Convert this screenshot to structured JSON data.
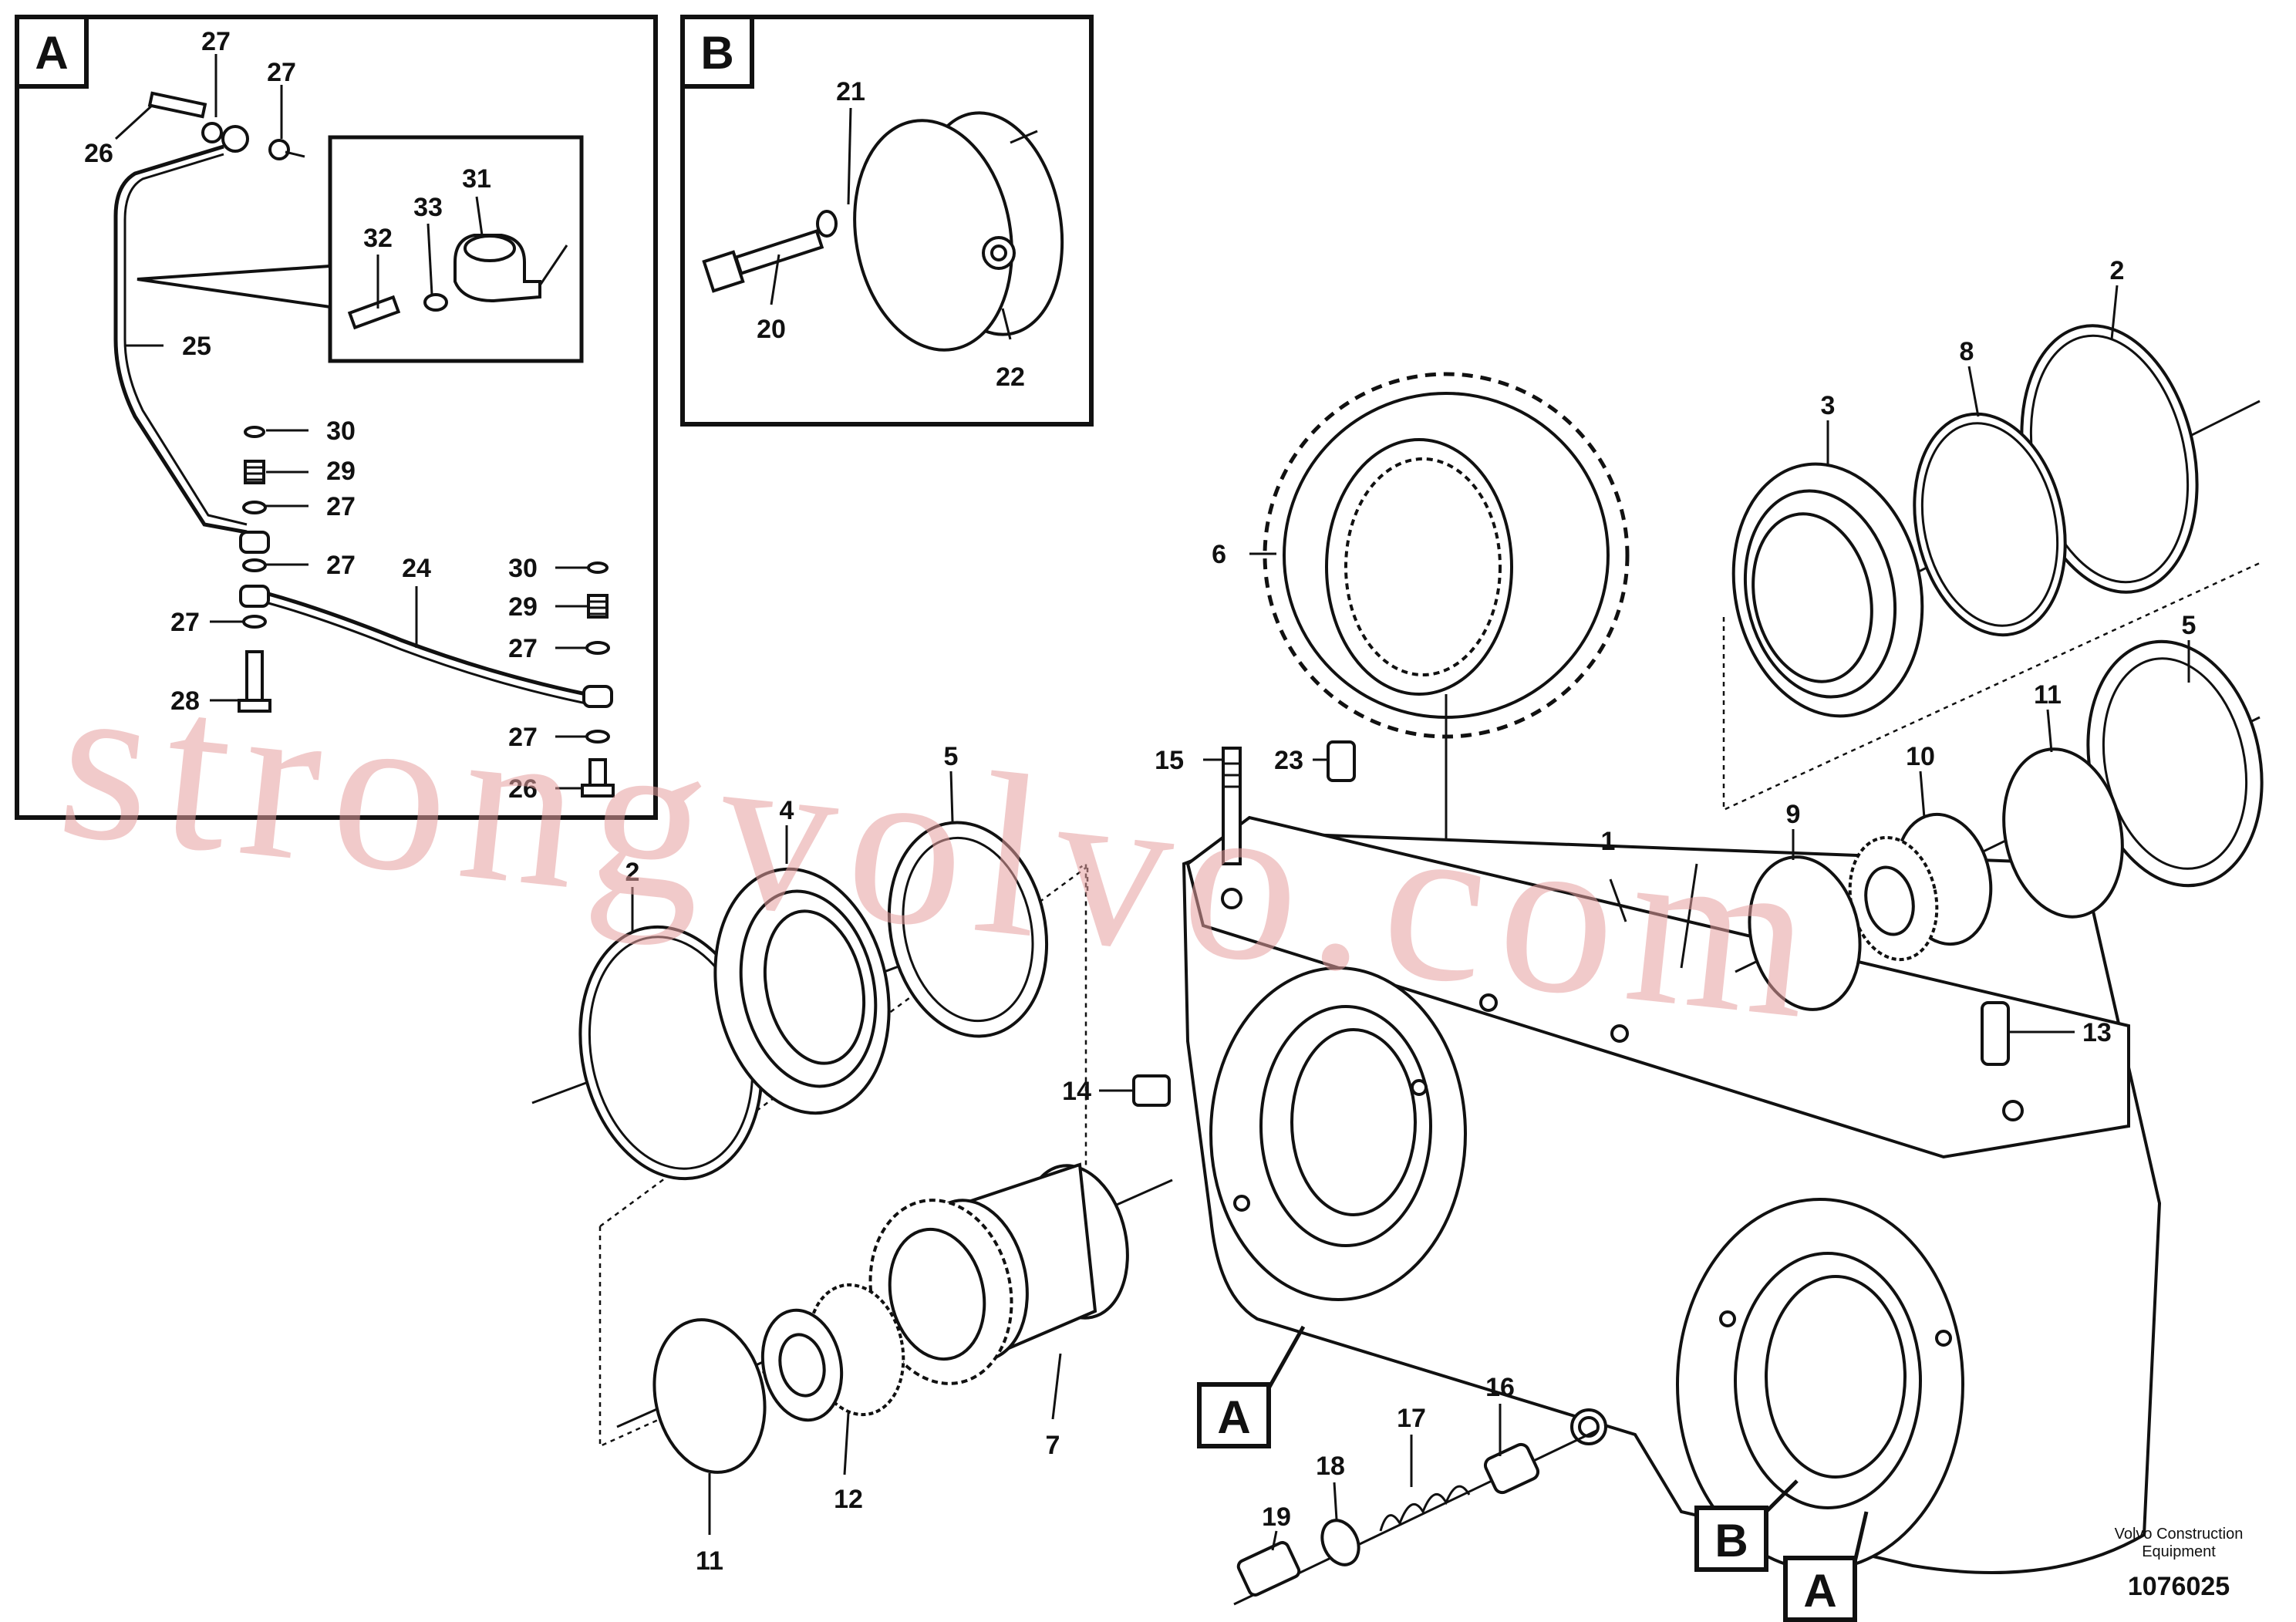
{
  "insets": {
    "a": {
      "label": "A"
    },
    "b": {
      "label": "B"
    }
  },
  "callouts": {
    "c1": "1",
    "c2a": "2",
    "c2b": "2",
    "c3": "3",
    "c4": "4",
    "c5a": "5",
    "c5b": "5",
    "c6": "6",
    "c7": "7",
    "c8": "8",
    "c9": "9",
    "c10": "10",
    "c11a": "11",
    "c11b": "11",
    "c12": "12",
    "c13": "13",
    "c14": "14",
    "c15": "15",
    "c16": "16",
    "c17": "17",
    "c18": "18",
    "c19": "19",
    "c20": "20",
    "c21": "21",
    "c22": "22",
    "c23": "23",
    "c24": "24",
    "c25": "25",
    "c26a": "26",
    "c26b": "26",
    "c27a": "27",
    "c27b": "27",
    "c27c": "27",
    "c27d": "27",
    "c27e": "27",
    "c27f": "27",
    "c27g": "27",
    "c28": "28",
    "c29a": "29",
    "c29b": "29",
    "c30a": "30",
    "c30b": "30",
    "c31": "31",
    "c32": "32",
    "c33": "33"
  },
  "view_markers": {
    "a1": "A",
    "a2": "A",
    "b1": "B"
  },
  "watermark": "strongvolvo.com",
  "footer": {
    "maker_line1": "Volvo Construction",
    "maker_line2": "Equipment",
    "drawing_number": "1076025"
  }
}
